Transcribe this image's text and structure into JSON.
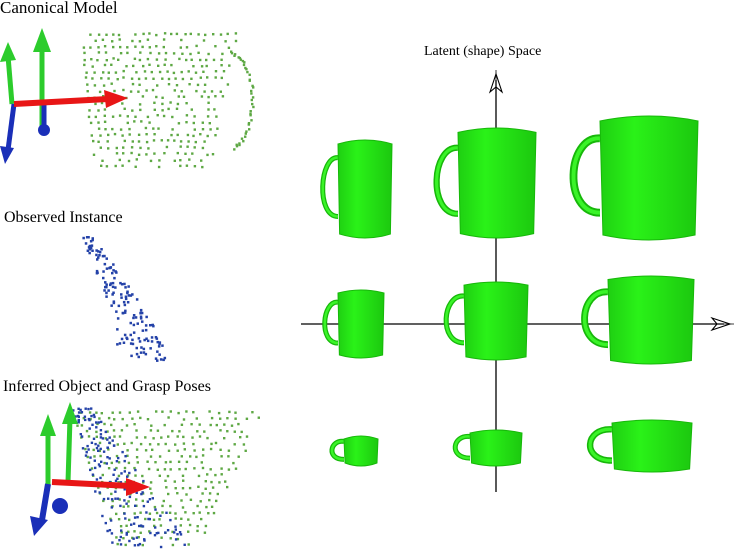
{
  "labels": {
    "canonical": "Canonical Model",
    "observed": "Observed Instance",
    "inferred": "Inferred Object and Grasp Poses",
    "latent": "Latent (shape) Space"
  },
  "colors": {
    "mug_fill": "#22ee10",
    "mug_shade": "#17b80a",
    "canonical_points": "#5ea844",
    "observed_points": "#2442a8",
    "axis_x": "#e81616",
    "axis_y": "#2ccc2c",
    "axis_z": "#1a2fb8"
  },
  "icons": [
    "pose-axes-icon",
    "mug-icon",
    "arrow-icon"
  ]
}
